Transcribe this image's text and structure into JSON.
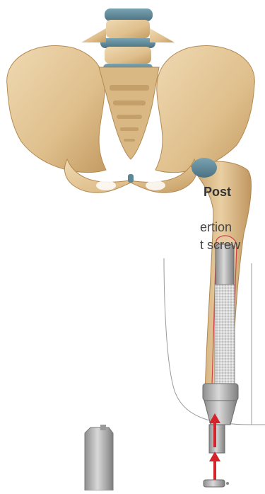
{
  "caption": {
    "title": "Post",
    "line1": "ertion",
    "line2": "t screw"
  },
  "colors": {
    "bone": "#e2c697",
    "bone_shade": "#c9a36a",
    "disc": "#5e8796",
    "implant": "#b9b9b9",
    "graft": "#e5e5e5",
    "arrow": "#d4232b",
    "outline": "#6b6b6b"
  }
}
